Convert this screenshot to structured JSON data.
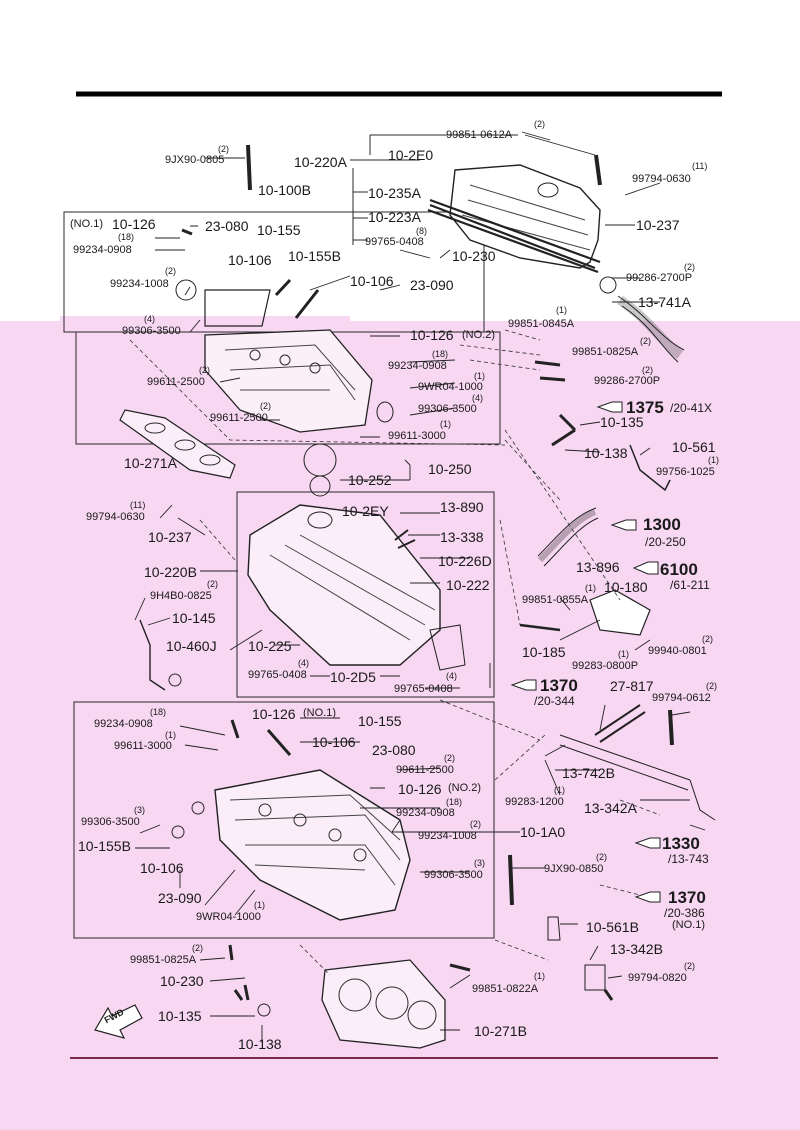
{
  "labels": {
    "q_99851_0612a": "(2)",
    "l_99851_0612a": "99851-0612A",
    "q_9jx90_0805": "(2)",
    "l_9jx90_0805": "9JX90-0805",
    "l_10_220a": "10-220A",
    "l_10_2e0": "10-2E0",
    "q_99794_0630_top": "(11)",
    "l_99794_0630_top": "99794-0630",
    "l_10_100b": "10-100B",
    "l_10_235a": "10-235A",
    "l_10_237_top": "10-237",
    "l_no1_top": "(NO.1)",
    "l_10_126_top": "10-126",
    "l_23_080_top": "23-080",
    "l_10_155_top": "10-155",
    "l_10_223a": "10-223A",
    "q_99234_0908_top": "(18)",
    "l_99234_0908_top": "99234-0908",
    "q_99765_0408_top": "(8)",
    "l_99765_0408_top": "99765-0408",
    "l_10_106_top": "10-106",
    "l_10_155b_top": "10-155B",
    "l_10_230_top": "10-230",
    "q_99286_2700p_top": "(2)",
    "l_99286_2700p_top": "99286-2700P",
    "q_99234_1008_top": "(2)",
    "l_99234_1008_top": "99234-1008",
    "l_10_106b_top": "10-106",
    "l_23_090_top": "23-090",
    "l_13_741a": "13-741A",
    "q_99306_3500_top": "(4)",
    "l_99306_3500_top": "99306-3500",
    "q_99851_0845a": "(1)",
    "l_99851_0845a": "99851-0845A",
    "l_10_126_no2": "10-126",
    "l_no2": "(NO.2)",
    "q_99851_0825a_r": "(2)",
    "l_99851_0825a_r": "99851-0825A",
    "q_99611_2500_a": "(2)",
    "l_99611_2500_a": "99611-2500",
    "q_99234_0908_mid": "(18)",
    "l_99234_0908_mid": "99234-0908",
    "q_99286_2700p_r": "(2)",
    "l_99286_2700p_r": "99286-2700P",
    "q_9wr04_1000_top": "(1)",
    "l_9wr04_1000_top": "9WR04-1000",
    "l_1375": "1375",
    "l_1375_sub": "/20-41X",
    "q_99306_3500_mid": "(4)",
    "l_99306_3500_mid": "99306-3500",
    "q_99611_2500_b": "(2)",
    "l_99611_2500_b": "99611-2500",
    "l_10_135_top": "10-135",
    "q_99611_3000_top": "(1)",
    "l_99611_3000_top": "99611-3000",
    "l_10_561": "10-561",
    "l_10_138_top": "10-138",
    "q_99756_1025": "(1)",
    "l_99756_1025": "99756-1025",
    "l_10_271a": "10-271A",
    "l_10_250": "10-250",
    "l_10_252": "10-252",
    "q_99794_0630_l": "(11)",
    "l_99794_0630_l": "99794-0630",
    "l_10_2ey": "10-2EY",
    "l_13_890": "13-890",
    "l_1300": "1300",
    "l_1300_sub": "/20-250",
    "l_10_237_l": "10-237",
    "l_13_338": "13-338",
    "l_10_226d": "10-226D",
    "l_13_896": "13-896",
    "l_6100": "6100",
    "l_6100_sub": "/61-211",
    "l_10_220b": "10-220B",
    "l_10_222": "10-222",
    "q_9h4b0_0825": "(2)",
    "l_9h4b0_0825": "9H4B0-0825",
    "q_99851_0855a": "(1)",
    "l_99851_0855a": "99851-0855A",
    "l_10_180": "10-180",
    "l_10_145": "10-145",
    "l_10_460j": "10-460J",
    "l_10_225": "10-225",
    "q_99940_0801": "(2)",
    "l_99940_0801": "99940-0801",
    "l_10_185": "10-185",
    "l_99283_0800p": "99283-0800P",
    "q_99283_0800p": "(1)",
    "q_99765_0408_m": "(4)",
    "l_99765_0408_m": "99765-0408",
    "l_10_2d5": "10-2D5",
    "q_99765_0408_r": "(4)",
    "l_99765_0408_r": "99765-0408",
    "l_1370_a": "1370",
    "l_1370_a_sub": "/20-344",
    "l_27_817": "27-817",
    "q_99794_0612": "(2)",
    "l_99794_0612": "99794-0612",
    "q_99234_0908_low": "(18)",
    "l_99234_0908_low": "99234-0908",
    "l_10_126_no1_low": "10-126",
    "l_no1_low": "(NO.1)",
    "l_10_155_low": "10-155",
    "q_99611_3000_low": "(1)",
    "l_99611_3000_low": "99611-3000",
    "l_10_106_low": "10-106",
    "l_23_080_low": "23-080",
    "q_99611_2500_low": "(2)",
    "l_99611_2500_low": "99611-2500",
    "l_13_742b": "13-742B",
    "l_10_126_no2_low": "10-126",
    "l_no2_low": "(NO.2)",
    "q_99283_1200": "(1)",
    "l_99283_1200": "99283-1200",
    "l_13_342a": "13-342A",
    "q_99306_3500_low": "(3)",
    "l_99306_3500_low": "99306-3500",
    "q_99234_0908_low2": "(18)",
    "l_99234_0908_low2": "99234-0908",
    "q_99234_1008_low": "(2)",
    "l_99234_1008_low": "99234-1008",
    "l_10_1a0": "10-1A0",
    "l_10_155b_low": "10-155B",
    "l_1330": "1330",
    "l_1330_sub": "/13-743",
    "l_10_106_low2": "10-106",
    "q_99306_3500_low2": "(3)",
    "l_99306_3500_low2": "99306-3500",
    "q_9jx90_0850": "(2)",
    "l_9jx90_0850": "9JX90-0850",
    "l_23_090_low": "23-090",
    "l_1370_b": "1370",
    "l_1370_b_sub": "/20-386",
    "l_1370_b_no1": "(NO.1)",
    "q_9wr04_1000_low": "(1)",
    "l_9wr04_1000_low": "9WR04-1000",
    "l_10_561b": "10-561B",
    "q_99851_0825a_low": "(2)",
    "l_99851_0825a_low": "99851-0825A",
    "l_13_342b": "13-342B",
    "q_99794_0820": "(2)",
    "l_99794_0820": "99794-0820",
    "l_10_230_low": "10-230",
    "q_99851_0822a": "(1)",
    "l_99851_0822a": "99851-0822A",
    "l_10_135_low": "10-135",
    "l_10_271b": "10-271B",
    "l_10_138_low": "10-138",
    "fwd": "FWD"
  },
  "colors": {
    "page": "#ffffff",
    "highlight": "#f7d7f1",
    "ink": "#1a1a1a",
    "rule": "#000000",
    "bottom_rule": "#7a2b4b"
  }
}
